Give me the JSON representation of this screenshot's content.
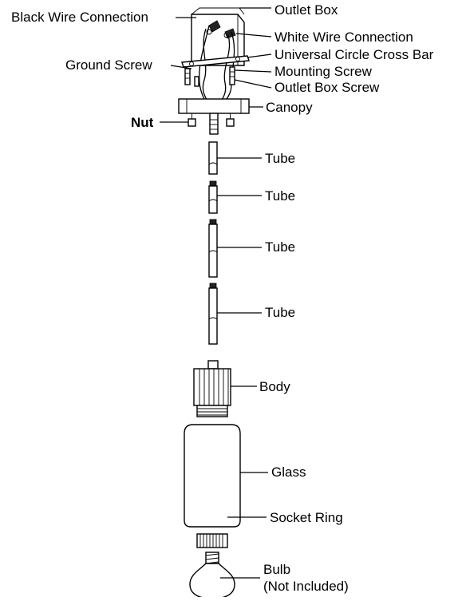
{
  "labels": {
    "black_wire_connection": "Black Wire Connection",
    "outlet_box": "Outlet Box",
    "white_wire_connection": "White Wire Connection",
    "universal_circle_cross_bar": "Universal Circle Cross Bar",
    "ground_screw": "Ground Screw",
    "mounting_screw": "Mounting Screw",
    "outlet_box_screw": "Outlet Box Screw",
    "canopy": "Canopy",
    "nut": "Nut",
    "tube_1": "Tube",
    "tube_2": "Tube",
    "tube_3": "Tube",
    "tube_4": "Tube",
    "body": "Body",
    "glass": "Glass",
    "socket_ring": "Socket Ring",
    "bulb_line1": "Bulb",
    "bulb_line2": "(Not Included)"
  }
}
